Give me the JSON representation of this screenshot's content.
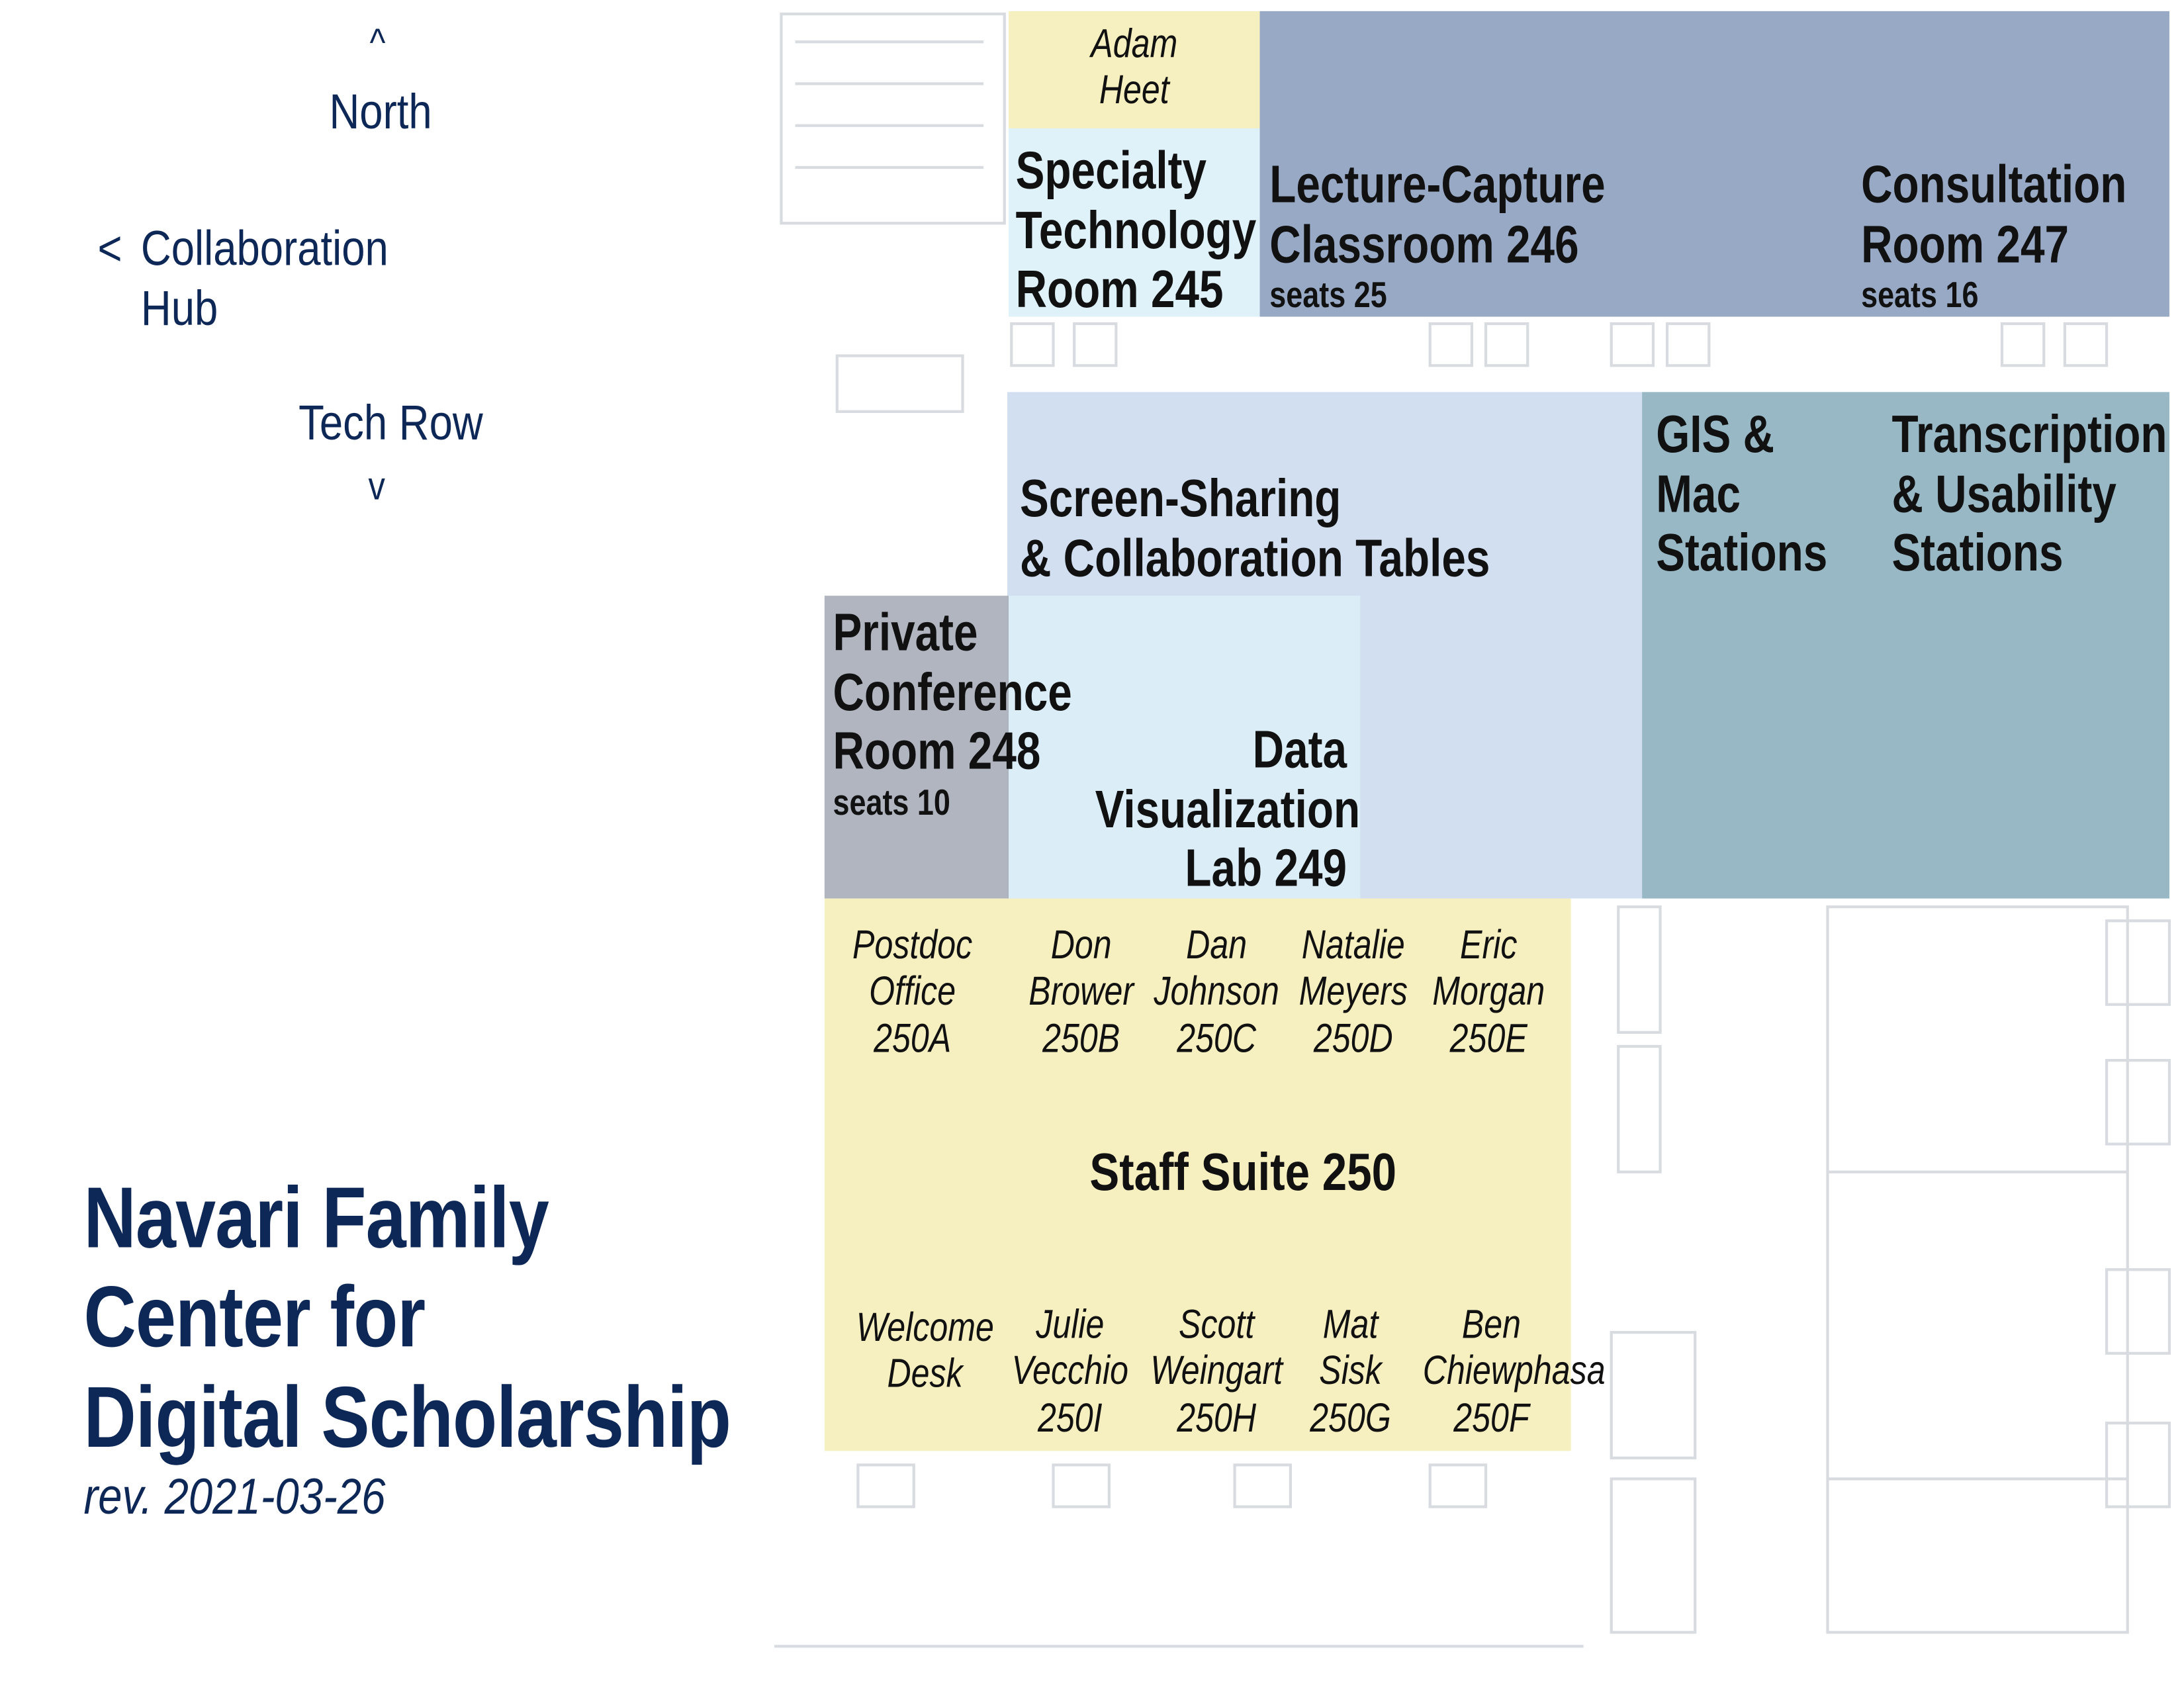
{
  "compass": {
    "north_arrow": "^",
    "north": "North",
    "west_arrow": "<",
    "west_line1": "Collaboration",
    "west_line2": "Hub",
    "south": "Tech Row",
    "south_arrow": "v"
  },
  "title": {
    "line1": "Navari Family",
    "line2": "Center for",
    "line3": "Digital Scholarship",
    "revision": "rev. 2021-03-26"
  },
  "colors": {
    "navy": "#0d2757",
    "yellow": "#f5eeba",
    "light_blue": "#dcf0f8",
    "periwinkle": "#cddcf0",
    "slate_blue": "#8a9dbd",
    "teal_gray": "#8db0c0",
    "gray": "#a9afba"
  },
  "rooms": {
    "adam": {
      "line1": "Adam",
      "line2": "Heet"
    },
    "r245": {
      "line1": "Specialty",
      "line2": "Technology",
      "line3": "Room 245"
    },
    "r246": {
      "line1": "Lecture-Capture",
      "line2": "Classroom 246",
      "seats": "seats 25"
    },
    "r247": {
      "line1": "Consultation",
      "line2": "Room 247",
      "seats": "seats 16"
    },
    "screen": {
      "line1": "Screen-Sharing",
      "line2": "& Collaboration Tables"
    },
    "gis": {
      "line1": "GIS &",
      "line2": "Mac",
      "line3": "Stations"
    },
    "trans": {
      "line1": "Transcription",
      "line2": "& Usability",
      "line3": "Stations"
    },
    "r248": {
      "line1": "Private",
      "line2": "Conference",
      "line3": "Room 248",
      "seats": "seats 10"
    },
    "r249": {
      "line1": "Data",
      "line2": "Visualization",
      "line3": "Lab 249"
    },
    "suite": {
      "label": "Staff Suite 250"
    }
  },
  "offices_top": [
    {
      "line1": "Postdoc",
      "line2": "Office",
      "line3": "250A"
    },
    {
      "line1": "Don",
      "line2": "Brower",
      "line3": "250B"
    },
    {
      "line1": "Dan",
      "line2": "Johnson",
      "line3": "250C"
    },
    {
      "line1": "Natalie",
      "line2": "Meyers",
      "line3": "250D"
    },
    {
      "line1": "Eric",
      "line2": "Morgan",
      "line3": "250E"
    }
  ],
  "offices_bottom": [
    {
      "line1": "Welcome",
      "line2": "Desk"
    },
    {
      "line1": "Julie",
      "line2": "Vecchio",
      "line3": "250I"
    },
    {
      "line1": "Scott",
      "line2": "Weingart",
      "line3": "250H"
    },
    {
      "line1": "Mat",
      "line2": "Sisk",
      "line3": "250G"
    },
    {
      "line1": "Ben",
      "line2": "Chiewphasa",
      "line3": "250F"
    }
  ]
}
